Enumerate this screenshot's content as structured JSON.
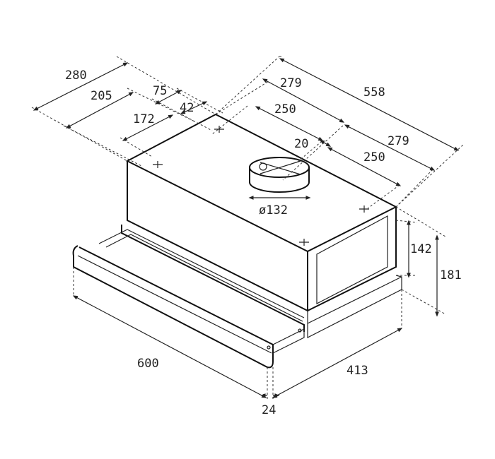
{
  "labels": {
    "d280": "280",
    "d205": "205",
    "d75": "75",
    "d42": "42",
    "d172": "172",
    "d279_top": "279",
    "d558": "558",
    "d250_top": "250",
    "d20": "20",
    "d279_right": "279",
    "d250_right": "250",
    "d132": "ø132",
    "d142": "142",
    "d181": "181",
    "d600": "600",
    "d413": "413",
    "d24": "24"
  },
  "colors": {
    "line": "#222222",
    "background": "#ffffff"
  }
}
